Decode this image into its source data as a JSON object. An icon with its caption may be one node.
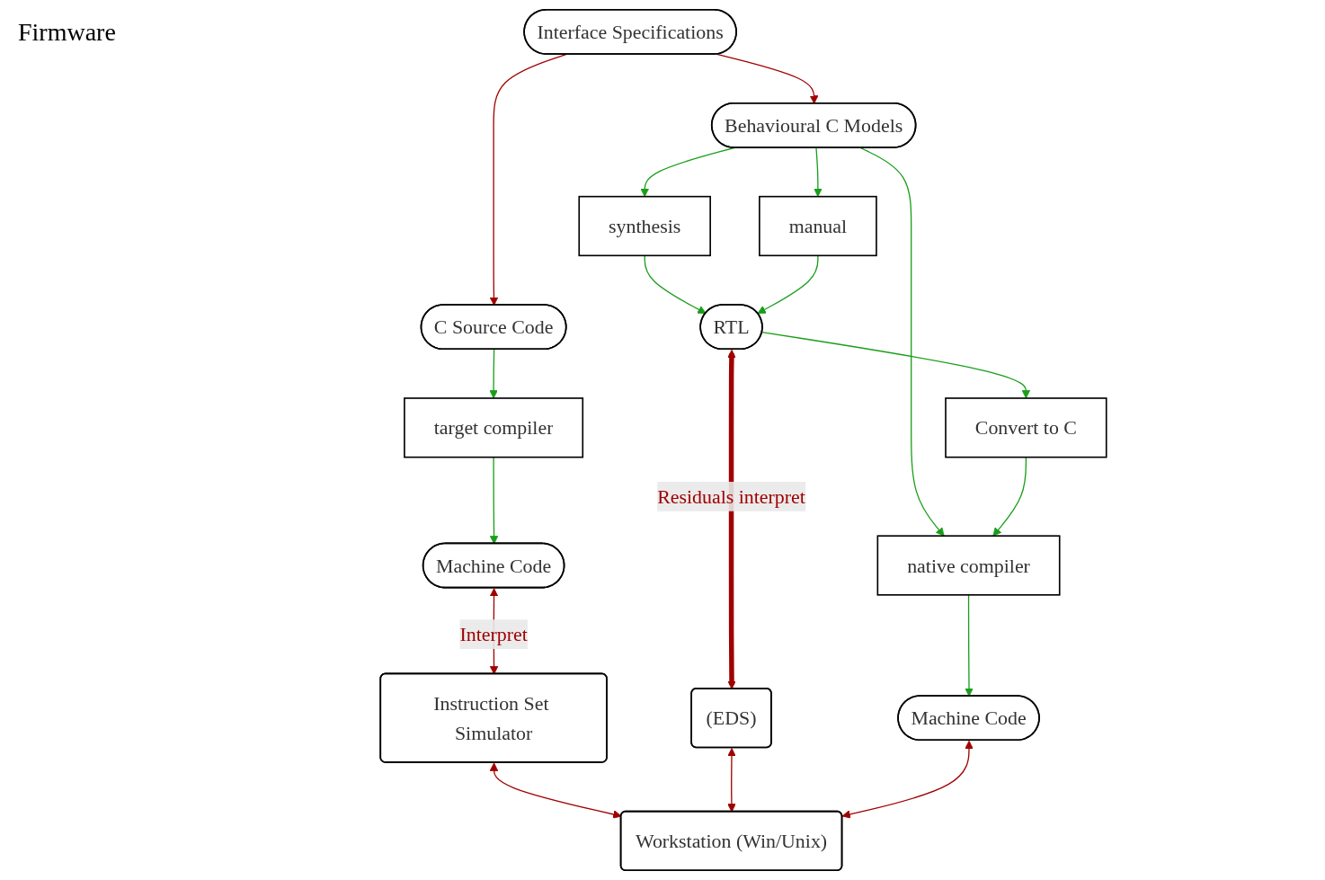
{
  "diagram": {
    "nodes": [
      {
        "text": [
          "C Source Code"
        ]
      },
      {
        "text": [
          "Interface Specifications"
        ]
      },
      {
        "text": [
          "Behavioural C Models"
        ]
      },
      {
        "text": [
          "target compiler"
        ]
      },
      {
        "text": [
          "synthesis"
        ]
      },
      {
        "text": [
          "manual"
        ]
      },
      {
        "text": [
          "RTL"
        ]
      },
      {
        "text": [
          "Machine Code"
        ]
      },
      {
        "text": [
          "native compiler"
        ]
      },
      {
        "text": [
          "Convert to C"
        ]
      },
      {
        "text": [
          "Instruction Set Simulator"
        ]
      },
      {
        "text": [
          "(EDS)"
        ]
      },
      {
        "text": [
          "Machine Code"
        ]
      },
      {
        "text": [
          "Workstation (Win/Unix)"
        ]
      }
    ],
    "edges": [
      {
        "from": 1,
        "to": 0,
        "arrow": "to",
        "color": "#a00000"
      },
      {
        "from": 1,
        "to": 2,
        "arrow": "to",
        "color": "#a00000"
      },
      {
        "from": 0,
        "to": 3,
        "arrow": "to"
      },
      {
        "from": 3,
        "to": 7,
        "arrow": "to"
      },
      {
        "from": 2,
        "to": 4,
        "arrow": "to"
      },
      {
        "from": 2,
        "to": 5,
        "arrow": "to"
      },
      {
        "from": 2,
        "to": 8,
        "arrow": "to"
      },
      {
        "from": 4,
        "to": 6,
        "arrow": "to"
      },
      {
        "from": 5,
        "to": 6,
        "arrow": "to"
      },
      {
        "from": 6,
        "to": 9,
        "arrow": "to"
      },
      {
        "from": 9,
        "to": 8,
        "arrow": "to"
      },
      {
        "from": 8,
        "to": 12,
        "arrow": "to"
      },
      {
        "from": 7,
        "to": 10,
        "arrow": "both",
        "label": "Interpret",
        "color": "#a00000"
      },
      {
        "from": 6,
        "to": 11,
        "arrow": "both",
        "label": "Residuals interpret",
        "style": "thick",
        "color": "#a00000"
      },
      {
        "from": 10,
        "to": 13,
        "arrow": "both",
        "color": "#a00000"
      },
      {
        "from": 11,
        "to": 13,
        "arrow": "both",
        "color": "#a00000"
      },
      {
        "from": 12,
        "to": 13,
        "arrow": "both",
        "color": "#a00000"
      }
    ],
    "labels": [
      "Firmware"
    ]
  }
}
